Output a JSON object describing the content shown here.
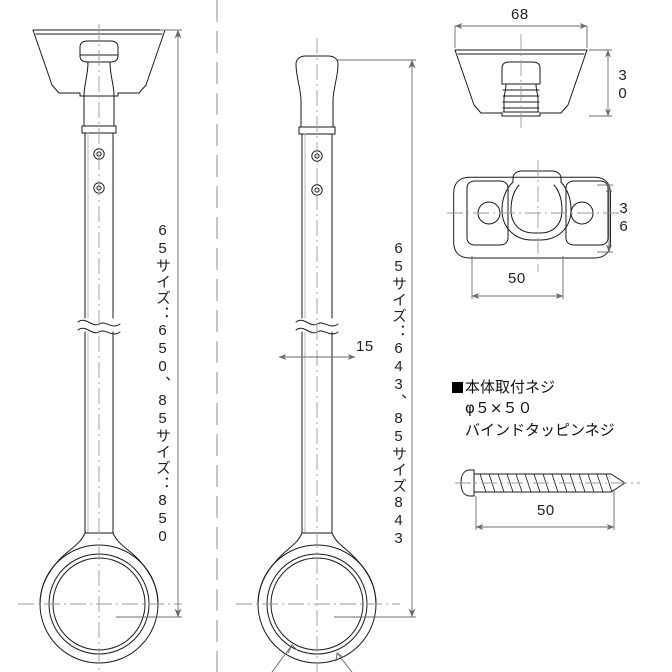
{
  "drawing": {
    "title": "ceiling-mounted hanging bar assembly drawing",
    "background_color": "#ffffff",
    "line_color": "#1a1a1a",
    "dim_line_color": "#6b6b6b",
    "center_line_color": "#9a9a9a"
  },
  "views": {
    "front_with_cap": {
      "name": "front-view-with-ceiling-cap",
      "height_label": "65サイズ：650、85サイズ：850"
    },
    "front_no_cap": {
      "name": "front-view-without-cap",
      "height_label": "65サイズ：643、85サイズ843",
      "pipe_diameter_label": "15"
    },
    "cap_detail": {
      "name": "ceiling-cap-detail",
      "width_label": "68",
      "height_label": "30"
    },
    "bracket_detail": {
      "name": "mounting-bracket-detail",
      "width_label": "50",
      "height_label": "36"
    },
    "screw_detail": {
      "name": "tapping-screw-detail",
      "length_label": "50"
    }
  },
  "notes": {
    "name": "mounting-screw-note",
    "bullet": "■",
    "line1": "本体取付ネジ",
    "line2": "φ５×５０",
    "line3": "バインドタッピンネジ"
  },
  "top_hint": {
    "left": "",
    "right": ""
  }
}
